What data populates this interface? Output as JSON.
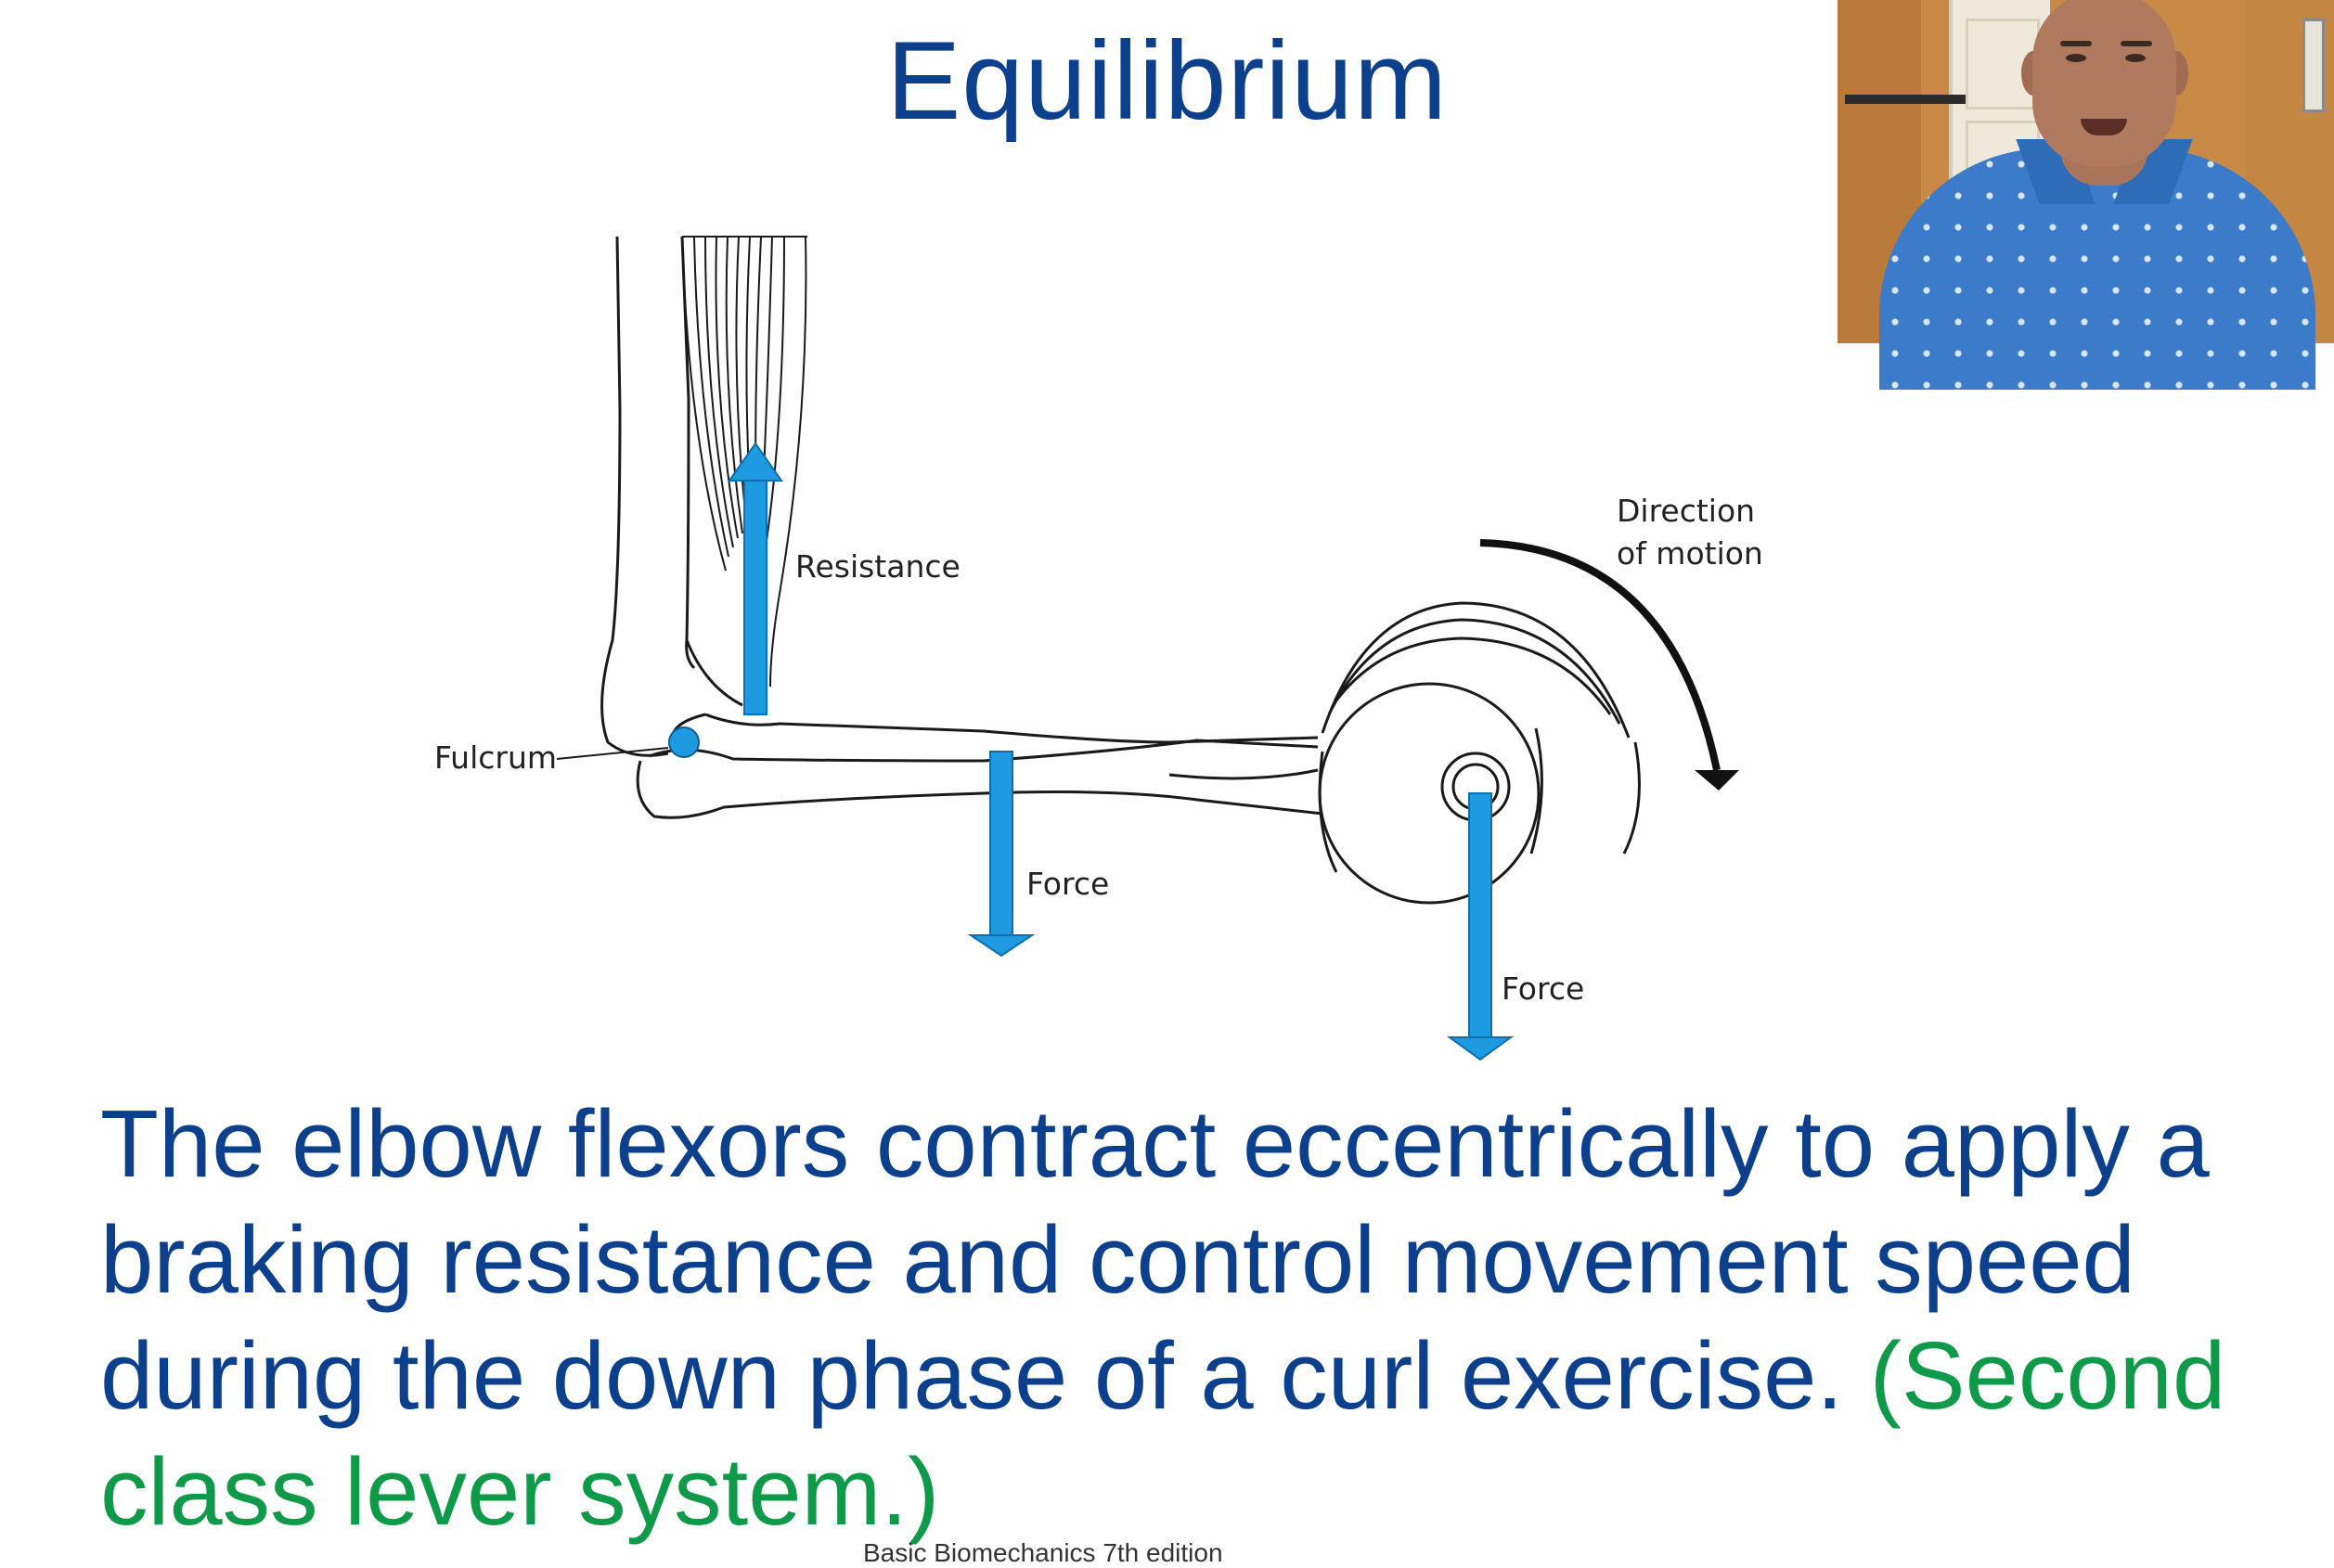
{
  "slide": {
    "title": "Equilibrium",
    "body_blue": "The elbow flexors contract eccentrically to apply a braking resistance and control movement speed during the down phase of a curl exercise.",
    "body_green": " (Second class lever system.)",
    "citation_partial": "Basic Biomechanics 7th edition"
  },
  "diagram": {
    "labels": {
      "resistance": "Resistance",
      "fulcrum": "Fulcrum",
      "force_forearm": "Force",
      "force_weight": "Force",
      "direction_line1": "Direction",
      "direction_line2": "of motion"
    },
    "arrow_color": "#1e9ae0"
  },
  "colors": {
    "title": "#0c3f8c",
    "body_text": "#0c3f8c",
    "highlight": "#0f9a4a"
  }
}
